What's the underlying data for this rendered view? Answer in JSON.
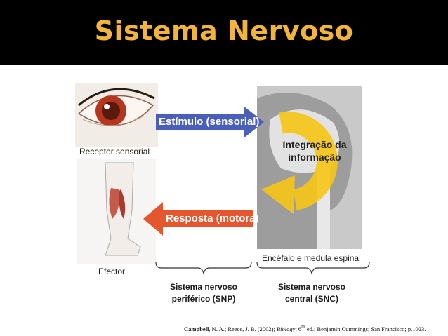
{
  "slide": {
    "title": "Sistema Nervoso"
  },
  "diagram": {
    "stimulus_label": "Estímulo (sensorial)",
    "response_label": "Resposta (motora)",
    "integration_line1": "Integração da",
    "integration_line2": "informação",
    "receptor_label": "Receptor sensorial",
    "effector_label": "Efector",
    "cns_organs_label": "Encéfalo e medula espinal",
    "snp_line1": "Sistema nervoso",
    "snp_line2": "periférico (SNP)",
    "snc_line1": "Sistema nervoso",
    "snc_line2": "central (SNC)",
    "colors": {
      "stimulus_arrow": "#4a5fb8",
      "response_arrow": "#e4572e",
      "integration_arrow": "#f5c518",
      "title": "#f2b43a"
    }
  },
  "citation": {
    "authors": "Campbell",
    "rest": ", N. A.; Reece, J. B. (2002); ",
    "book": "Biology",
    "edition": "; 6",
    "edition_sup": "th",
    "tail": " ed.; Benjamin Cummings; San Francisco; p.1023."
  }
}
